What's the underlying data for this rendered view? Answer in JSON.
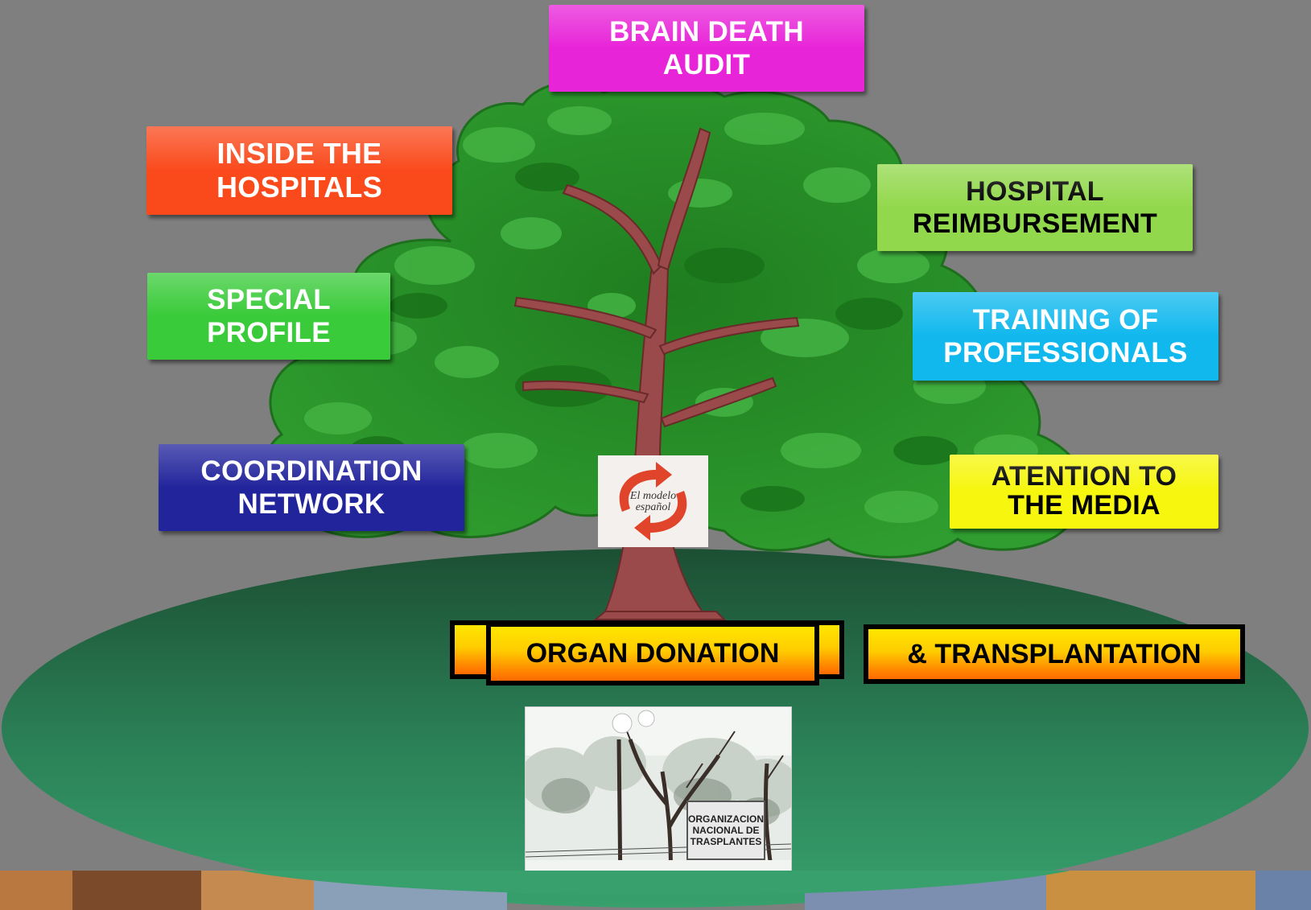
{
  "boxes": [
    {
      "id": "brain_death_audit",
      "text": "BRAIN DEATH\nAUDIT",
      "bg": "#e824d8",
      "color": "#ffffff"
    },
    {
      "id": "inside_the_hospitals",
      "text": "INSIDE THE\nHOSPITALS",
      "bg": "#fa4a1c",
      "color": "#ffffff"
    },
    {
      "id": "hospital_reimbursement",
      "text": "HOSPITAL\nREIMBURSEMENT",
      "bg": "#92d84c",
      "color": "#000000"
    },
    {
      "id": "special_profile",
      "text": "SPECIAL\nPROFILE",
      "bg": "#3acb3a",
      "color": "#ffffff"
    },
    {
      "id": "training_of_professionals",
      "text": "TRAINING OF\nPROFESSIONALS",
      "bg": "#10b8ee",
      "color": "#ffffff"
    },
    {
      "id": "coordination_network",
      "text": "COORDINATION\nNETWORK",
      "bg": "#22249c",
      "color": "#ffffff"
    },
    {
      "id": "atention_to_the_media",
      "text": "ATENTION TO\nTHE MEDIA",
      "bg": "#f6f60e",
      "color": "#000000"
    }
  ],
  "banners": {
    "left": "ORGAN DONATION",
    "right": "& TRANSPLANTATION"
  },
  "logo": {
    "text": "El modelo\nespañol"
  },
  "photo": {
    "sign_text": "ORGANIZACION\nNACIONAL DE\nTRASPLANTES"
  },
  "colors": {
    "background": "#7f7f7f",
    "ground_dark": "#1f5a3a",
    "ground_light": "#349866",
    "foliage": "#2a9a2a",
    "trunk": "#9a4a4a"
  }
}
